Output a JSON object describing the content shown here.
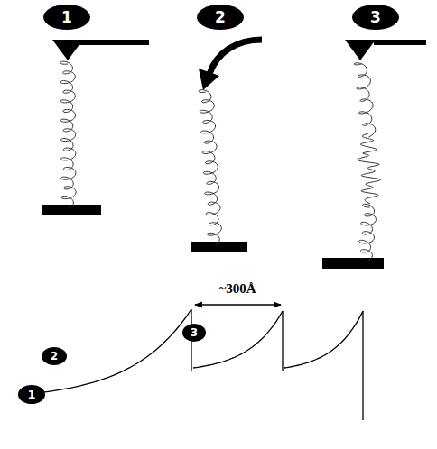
{
  "diagram": {
    "nodes": [
      {
        "text": [
          "1"
        ]
      },
      {
        "text": [
          "2"
        ]
      },
      {
        "text": [
          "3"
        ]
      },
      {
        "text": [
          "3"
        ]
      },
      {
        "text": [
          "2"
        ]
      },
      {
        "text": [
          "1"
        ]
      }
    ],
    "labels": [
      "~300Å"
    ]
  }
}
